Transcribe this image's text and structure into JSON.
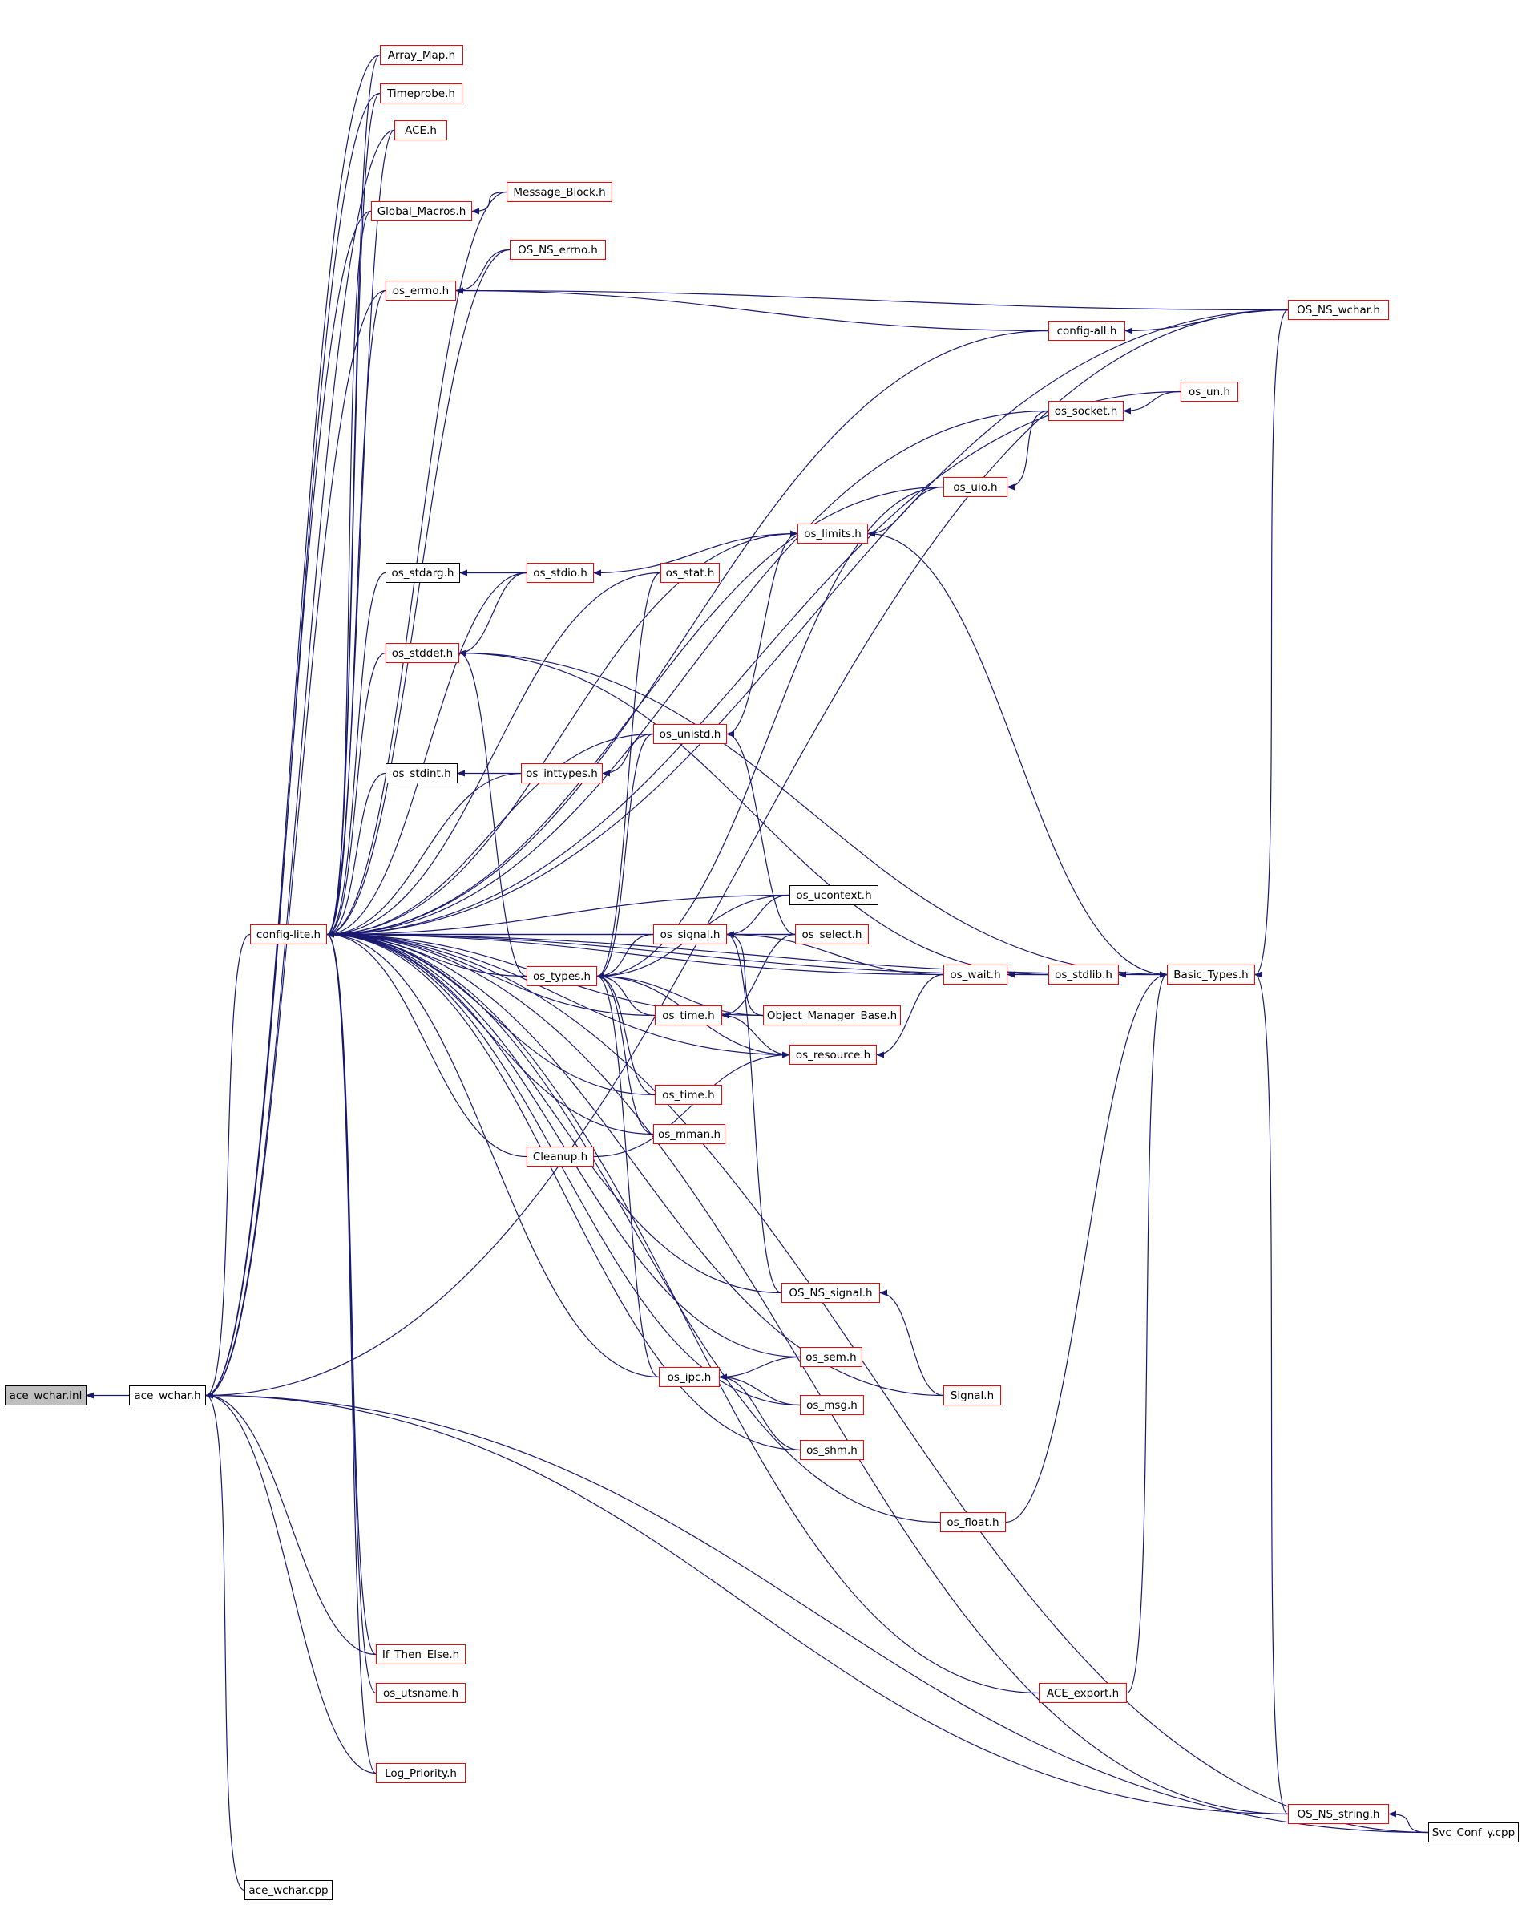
{
  "colors": {
    "edge": "#191970",
    "node_border_linked": "#ff0000",
    "node_border_plain": "#000000",
    "current_node_fill": "#bfbfbf"
  },
  "nodes": [
    {
      "id": "ace_wchar_inl",
      "label": "ace_wchar.inl",
      "style": "current"
    },
    {
      "id": "ace_wchar_h",
      "label": "ace_wchar.h",
      "style": "plain"
    },
    {
      "id": "ace_wchar_cpp",
      "label": "ace_wchar.cpp",
      "style": "plain"
    },
    {
      "id": "config_lite_h",
      "label": "config-lite.h",
      "style": "linked"
    },
    {
      "id": "array_map_h",
      "label": "Array_Map.h",
      "style": "linked"
    },
    {
      "id": "timeprobe_h",
      "label": "Timeprobe.h",
      "style": "linked"
    },
    {
      "id": "ace_h",
      "label": "ACE.h",
      "style": "linked"
    },
    {
      "id": "message_block_h",
      "label": "Message_Block.h",
      "style": "linked"
    },
    {
      "id": "global_macros_h",
      "label": "Global_Macros.h",
      "style": "linked"
    },
    {
      "id": "os_ns_errno_h",
      "label": "OS_NS_errno.h",
      "style": "linked"
    },
    {
      "id": "os_errno_h",
      "label": "os_errno.h",
      "style": "linked"
    },
    {
      "id": "os_ns_wchar_h",
      "label": "OS_NS_wchar.h",
      "style": "linked"
    },
    {
      "id": "config_all_h",
      "label": "config-all.h",
      "style": "linked"
    },
    {
      "id": "os_un_h",
      "label": "os_un.h",
      "style": "linked"
    },
    {
      "id": "os_socket_h",
      "label": "os_socket.h",
      "style": "linked"
    },
    {
      "id": "os_uio_h",
      "label": "os_uio.h",
      "style": "linked"
    },
    {
      "id": "os_limits_h",
      "label": "os_limits.h",
      "style": "linked"
    },
    {
      "id": "os_stdarg_h",
      "label": "os_stdarg.h",
      "style": "plain"
    },
    {
      "id": "os_stdio_h",
      "label": "os_stdio.h",
      "style": "linked"
    },
    {
      "id": "os_stat_h",
      "label": "os_stat.h",
      "style": "linked"
    },
    {
      "id": "os_stddef_h",
      "label": "os_stddef.h",
      "style": "linked"
    },
    {
      "id": "os_unistd_h",
      "label": "os_unistd.h",
      "style": "linked"
    },
    {
      "id": "os_stdint_h",
      "label": "os_stdint.h",
      "style": "plain"
    },
    {
      "id": "os_inttypes_h",
      "label": "os_inttypes.h",
      "style": "linked"
    },
    {
      "id": "os_ucontext_h",
      "label": "os_ucontext.h",
      "style": "plain"
    },
    {
      "id": "os_signal_h",
      "label": "os_signal.h",
      "style": "linked"
    },
    {
      "id": "os_select_h",
      "label": "os_select.h",
      "style": "linked"
    },
    {
      "id": "os_types_h",
      "label": "os_types.h",
      "style": "linked"
    },
    {
      "id": "os_wait_h",
      "label": "os_wait.h",
      "style": "linked"
    },
    {
      "id": "os_stdlib_h",
      "label": "os_stdlib.h",
      "style": "linked"
    },
    {
      "id": "basic_types_h",
      "label": "Basic_Types.h",
      "style": "linked"
    },
    {
      "id": "os_time_h_1",
      "label": "os_time.h",
      "style": "linked"
    },
    {
      "id": "object_manager_base_h",
      "label": "Object_Manager_Base.h",
      "style": "linked"
    },
    {
      "id": "os_resource_h",
      "label": "os_resource.h",
      "style": "linked"
    },
    {
      "id": "os_time_h_2",
      "label": "os_time.h",
      "style": "linked"
    },
    {
      "id": "os_mman_h",
      "label": "os_mman.h",
      "style": "linked"
    },
    {
      "id": "cleanup_h",
      "label": "Cleanup.h",
      "style": "linked"
    },
    {
      "id": "os_ns_signal_h",
      "label": "OS_NS_signal.h",
      "style": "linked"
    },
    {
      "id": "os_sem_h",
      "label": "os_sem.h",
      "style": "linked"
    },
    {
      "id": "signal_h",
      "label": "Signal.h",
      "style": "linked"
    },
    {
      "id": "os_ipc_h",
      "label": "os_ipc.h",
      "style": "linked"
    },
    {
      "id": "os_msg_h",
      "label": "os_msg.h",
      "style": "linked"
    },
    {
      "id": "os_shm_h",
      "label": "os_shm.h",
      "style": "linked"
    },
    {
      "id": "os_float_h",
      "label": "os_float.h",
      "style": "linked"
    },
    {
      "id": "if_then_else_h",
      "label": "If_Then_Else.h",
      "style": "linked"
    },
    {
      "id": "os_utsname_h",
      "label": "os_utsname.h",
      "style": "linked"
    },
    {
      "id": "ace_export_h",
      "label": "ACE_export.h",
      "style": "linked"
    },
    {
      "id": "log_priority_h",
      "label": "Log_Priority.h",
      "style": "linked"
    },
    {
      "id": "os_ns_string_h",
      "label": "OS_NS_string.h",
      "style": "linked"
    },
    {
      "id": "svc_conf_y_cpp",
      "label": "Svc_Conf_y.cpp",
      "style": "plain"
    }
  ],
  "edges": [
    [
      "ace_wchar_h",
      "ace_wchar_inl"
    ],
    [
      "config_lite_h",
      "ace_wchar_h"
    ],
    [
      "array_map_h",
      "ace_wchar_h"
    ],
    [
      "timeprobe_h",
      "ace_wchar_h"
    ],
    [
      "ace_h",
      "ace_wchar_h"
    ],
    [
      "global_macros_h",
      "ace_wchar_h"
    ],
    [
      "os_errno_h",
      "ace_wchar_h"
    ],
    [
      "os_ns_wchar_h",
      "ace_wchar_h"
    ],
    [
      "ace_wchar_cpp",
      "ace_wchar_h"
    ],
    [
      "svc_conf_y_cpp",
      "ace_wchar_h"
    ],
    [
      "os_ns_string_h",
      "ace_wchar_h"
    ],
    [
      "if_then_else_h",
      "ace_wchar_h"
    ],
    [
      "log_priority_h",
      "ace_wchar_h"
    ],
    [
      "message_block_h",
      "global_macros_h"
    ],
    [
      "os_ns_errno_h",
      "os_errno_h"
    ],
    [
      "os_ns_wchar_h",
      "os_errno_h"
    ],
    [
      "config_all_h",
      "os_errno_h"
    ],
    [
      "os_ns_wchar_h",
      "config_all_h"
    ],
    [
      "os_un_h",
      "os_socket_h"
    ],
    [
      "os_socket_h",
      "os_uio_h"
    ],
    [
      "os_uio_h",
      "os_limits_h"
    ],
    [
      "os_limits_h",
      "os_stdio_h"
    ],
    [
      "os_stdio_h",
      "os_stdarg_h"
    ],
    [
      "os_stdio_h",
      "os_stddef_h"
    ],
    [
      "os_stat_h",
      "os_types_h"
    ],
    [
      "os_unistd_h",
      "os_limits_h"
    ],
    [
      "os_unistd_h",
      "os_inttypes_h"
    ],
    [
      "os_inttypes_h",
      "os_stdint_h"
    ],
    [
      "os_unistd_h",
      "os_types_h"
    ],
    [
      "os_select_h",
      "os_unistd_h"
    ],
    [
      "os_uio_h",
      "os_types_h"
    ],
    [
      "os_types_h",
      "os_stddef_h"
    ],
    [
      "os_ucontext_h",
      "os_signal_h"
    ],
    [
      "os_select_h",
      "os_signal_h"
    ],
    [
      "os_wait_h",
      "os_signal_h"
    ],
    [
      "object_manager_base_h",
      "os_signal_h"
    ],
    [
      "os_signal_h",
      "os_types_h"
    ],
    [
      "os_ucontext_h",
      "os_types_h"
    ],
    [
      "os_stdlib_h",
      "os_wait_h"
    ],
    [
      "basic_types_h",
      "os_stdlib_h"
    ],
    [
      "basic_types_h",
      "os_limits_h"
    ],
    [
      "basic_types_h",
      "os_stddef_h"
    ],
    [
      "os_stdlib_h",
      "os_stddef_h"
    ],
    [
      "os_resource_h",
      "os_time_h_1"
    ],
    [
      "os_time_h_1",
      "os_types_h"
    ],
    [
      "os_select_h",
      "os_time_h_1"
    ],
    [
      "os_wait_h",
      "os_resource_h"
    ],
    [
      "os_resource_h",
      "os_types_h"
    ],
    [
      "object_manager_base_h",
      "os_types_h"
    ],
    [
      "os_time_h_2",
      "os_types_h"
    ],
    [
      "os_mman_h",
      "os_types_h"
    ],
    [
      "cleanup_h",
      "os_resource_h"
    ],
    [
      "os_ns_signal_h",
      "os_signal_h"
    ],
    [
      "signal_h",
      "os_ns_signal_h"
    ],
    [
      "os_ipc_h",
      "os_types_h"
    ],
    [
      "os_sem_h",
      "os_ipc_h"
    ],
    [
      "os_msg_h",
      "os_ipc_h"
    ],
    [
      "os_shm_h",
      "os_ipc_h"
    ],
    [
      "os_float_h",
      "basic_types_h"
    ],
    [
      "ace_export_h",
      "basic_types_h"
    ],
    [
      "svc_conf_y_cpp",
      "os_ns_string_h"
    ],
    [
      "os_ns_string_h",
      "basic_types_h"
    ],
    [
      "os_ns_wchar_h",
      "basic_types_h"
    ],
    [
      "os_stdarg_h",
      "config_lite_h"
    ],
    [
      "os_stdio_h",
      "config_lite_h"
    ],
    [
      "os_stat_h",
      "config_lite_h"
    ],
    [
      "os_stddef_h",
      "config_lite_h"
    ],
    [
      "os_stdint_h",
      "config_lite_h"
    ],
    [
      "os_inttypes_h",
      "config_lite_h"
    ],
    [
      "os_unistd_h",
      "config_lite_h"
    ],
    [
      "os_limits_h",
      "config_lite_h"
    ],
    [
      "os_uio_h",
      "config_lite_h"
    ],
    [
      "os_socket_h",
      "config_lite_h"
    ],
    [
      "os_un_h",
      "config_lite_h"
    ],
    [
      "config_all_h",
      "config_lite_h"
    ],
    [
      "os_errno_h",
      "config_lite_h"
    ],
    [
      "os_ns_errno_h",
      "config_lite_h"
    ],
    [
      "global_macros_h",
      "config_lite_h"
    ],
    [
      "message_block_h",
      "config_lite_h"
    ],
    [
      "ace_h",
      "config_lite_h"
    ],
    [
      "timeprobe_h",
      "config_lite_h"
    ],
    [
      "array_map_h",
      "config_lite_h"
    ],
    [
      "os_ns_wchar_h",
      "config_lite_h"
    ],
    [
      "os_types_h",
      "config_lite_h"
    ],
    [
      "os_signal_h",
      "config_lite_h"
    ],
    [
      "os_ucontext_h",
      "config_lite_h"
    ],
    [
      "os_select_h",
      "config_lite_h"
    ],
    [
      "os_wait_h",
      "config_lite_h"
    ],
    [
      "basic_types_h",
      "config_lite_h"
    ],
    [
      "os_time_h_1",
      "config_lite_h"
    ],
    [
      "object_manager_base_h",
      "config_lite_h"
    ],
    [
      "os_resource_h",
      "config_lite_h"
    ],
    [
      "os_time_h_2",
      "config_lite_h"
    ],
    [
      "os_mman_h",
      "config_lite_h"
    ],
    [
      "cleanup_h",
      "config_lite_h"
    ],
    [
      "os_ns_signal_h",
      "config_lite_h"
    ],
    [
      "os_sem_h",
      "config_lite_h"
    ],
    [
      "signal_h",
      "config_lite_h"
    ],
    [
      "os_ipc_h",
      "config_lite_h"
    ],
    [
      "os_msg_h",
      "config_lite_h"
    ],
    [
      "os_shm_h",
      "config_lite_h"
    ],
    [
      "os_stdlib_h",
      "config_lite_h"
    ],
    [
      "os_float_h",
      "config_lite_h"
    ],
    [
      "if_then_else_h",
      "config_lite_h"
    ],
    [
      "os_utsname_h",
      "config_lite_h"
    ],
    [
      "ace_export_h",
      "config_lite_h"
    ],
    [
      "log_priority_h",
      "config_lite_h"
    ],
    [
      "os_ns_string_h",
      "config_lite_h"
    ],
    [
      "svc_conf_y_cpp",
      "config_lite_h"
    ]
  ]
}
